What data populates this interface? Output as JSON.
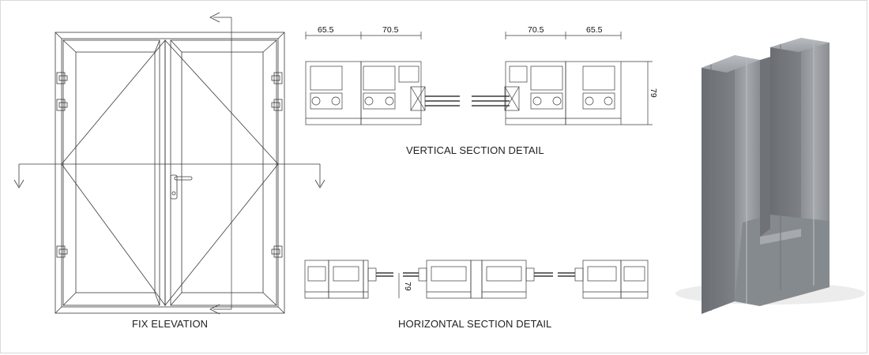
{
  "captions": {
    "elevation": "FIX ELEVATION",
    "vertical": "VERTICAL SECTION DETAIL",
    "horizontal": "HORIZONTAL SECTION DETAIL"
  },
  "dimensions": {
    "left_a": "65.5",
    "left_b": "70.5",
    "right_a": "70.5",
    "right_b": "65.5",
    "height_v": "79",
    "height_h": "79"
  },
  "colors": {
    "line": "#3a3a3a",
    "profile_light": "#9fa3a7",
    "profile_mid": "#7f8388",
    "profile_dark": "#5f6368"
  }
}
